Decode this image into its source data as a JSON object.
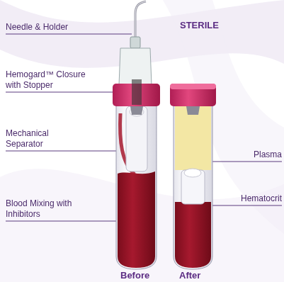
{
  "diagram": {
    "labels": [
      "Needle & Holder",
      "Hemogard™ Closure with Stopper",
      "Mechanical Separator",
      "Blood Mixing with Inhibitors",
      "STERILE",
      "Plasma",
      "Hematocrit",
      "Before",
      "After"
    ]
  }
}
